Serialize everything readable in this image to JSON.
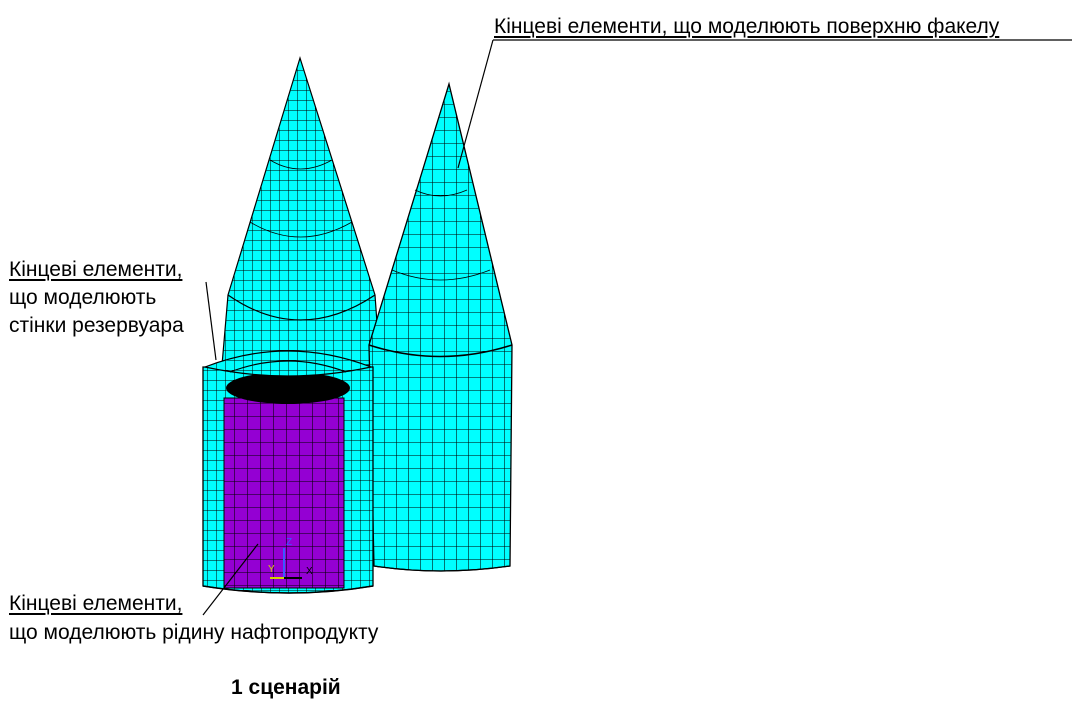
{
  "annotations": {
    "flame": "Кінцеві елементи, що моделюють поверхню факелу",
    "walls_line1": "Кінцеві елементи,",
    "walls_line2": "що моделюють",
    "walls_line3": "стінки резервуара",
    "liquid_line1": "Кінцеві елементи,",
    "liquid_line2": "що моделюють рідину нафтопродукту"
  },
  "axis_triad": {
    "x": "X",
    "y": "Y",
    "z": "Z"
  },
  "caption": "1 сценарій",
  "colors": {
    "mesh_fill": "#00ffff",
    "mesh_fill_alt": "#00e0e0",
    "mesh_line": "#000000",
    "liquid_fill": "#9400d3",
    "tank_top": "#000000"
  }
}
